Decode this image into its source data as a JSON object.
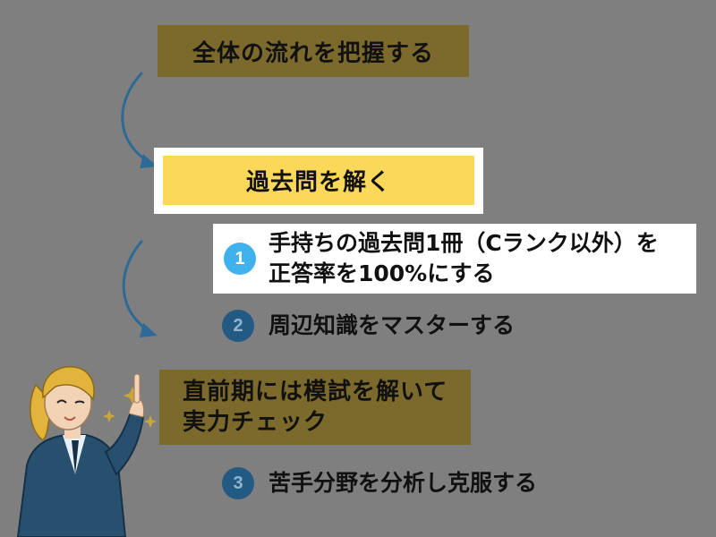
{
  "steps": [
    {
      "label": "全体の流れを把握する"
    },
    {
      "label": "過去問を解く"
    },
    {
      "label": "直前期には模試を解いて\n実力チェック"
    }
  ],
  "substeps": [
    {
      "number": "1",
      "label": "手持ちの過去問1冊（Cランク以外）を\n正答率を100%にする"
    },
    {
      "number": "2",
      "label": "周辺知識をマスターする"
    },
    {
      "number": "3",
      "label": "苦手分野を分析し克服する"
    }
  ],
  "colors": {
    "background": "#7f7f7f",
    "step_box": "#7b6a2b",
    "highlight_box": "#fcd85a",
    "arrow": "#2e6a96",
    "badge_active": "#3fb1ec",
    "badge_inactive": "#235a84"
  },
  "icons": [
    "arrow-curve-icon",
    "woman-pointing-illustration",
    "sparkle-icon"
  ]
}
